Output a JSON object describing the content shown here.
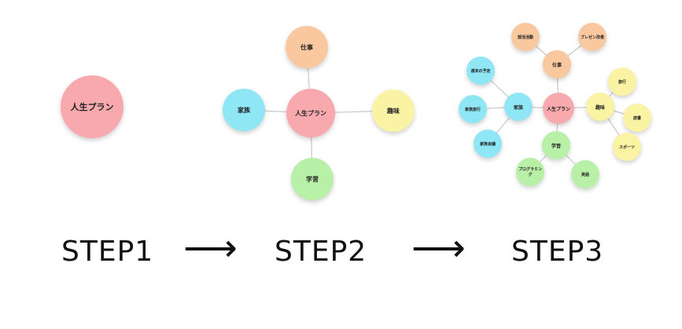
{
  "steps": [
    {
      "label": "STEP1",
      "center": "人生プラン",
      "nodes": []
    },
    {
      "label": "STEP2",
      "center": "人生プラン",
      "nodes": [
        "仕事",
        "家族",
        "趣味",
        "学習"
      ]
    },
    {
      "label": "STEP3",
      "center": "人生プラン",
      "nodes": [
        {
          "label": "仕事",
          "children": [
            "部活活動",
            "プレゼン改善"
          ]
        },
        {
          "label": "家族",
          "children": [
            "週末の予定",
            "家族旅行",
            "家族会議"
          ]
        },
        {
          "label": "趣味",
          "children": [
            "旅行",
            "読書",
            "スポーツ"
          ]
        },
        {
          "label": "学習",
          "children": [
            "プログラミング",
            "英語"
          ]
        }
      ]
    }
  ],
  "arrow_glyph": "⟶",
  "colors": {
    "center": "#f7a9ad",
    "work": "#f9c89e",
    "family": "#8fe6f5",
    "hobby": "#fbf3a4",
    "study": "#b9f0a8",
    "edge": "#c8c8c8"
  }
}
